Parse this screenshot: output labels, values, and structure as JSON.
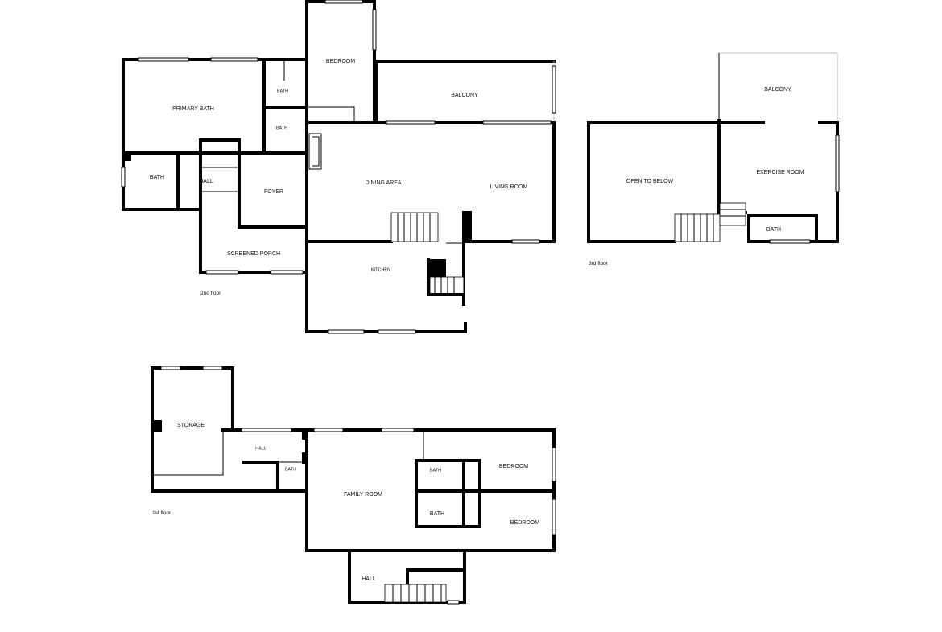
{
  "floors": {
    "second": {
      "caption": "2nd floor",
      "rooms": {
        "primary_bath": "PRIMARY BATH",
        "bath_upper": "BATH",
        "bath_lower": "BATH",
        "bedroom": "BEDROOM",
        "balcony": "BALCONY",
        "bath_left": "BATH",
        "hall": "HALL",
        "foyer": "FOYER",
        "dining_area": "DINING AREA",
        "living_room": "LIVING ROOM",
        "screened_porch": "SCREENED PORCH",
        "kitchen": "KITCHEN"
      }
    },
    "third": {
      "caption": "3rd floor",
      "rooms": {
        "balcony": "BALCONY",
        "open_to_below": "OPEN TO BELOW",
        "exercise_room": "EXERCISE ROOM",
        "bath": "BATH"
      }
    },
    "first": {
      "caption": "1st floor",
      "rooms": {
        "storage": "STORAGE",
        "hall": "HALL",
        "bath_small": "BATH",
        "family_room": "FAMILY ROOM",
        "bath_upper": "BATH",
        "bath_lower": "BATH",
        "bedroom_upper": "BEDROOM",
        "bedroom_lower": "BEDROOM",
        "hall_lower": "HALL"
      }
    }
  }
}
